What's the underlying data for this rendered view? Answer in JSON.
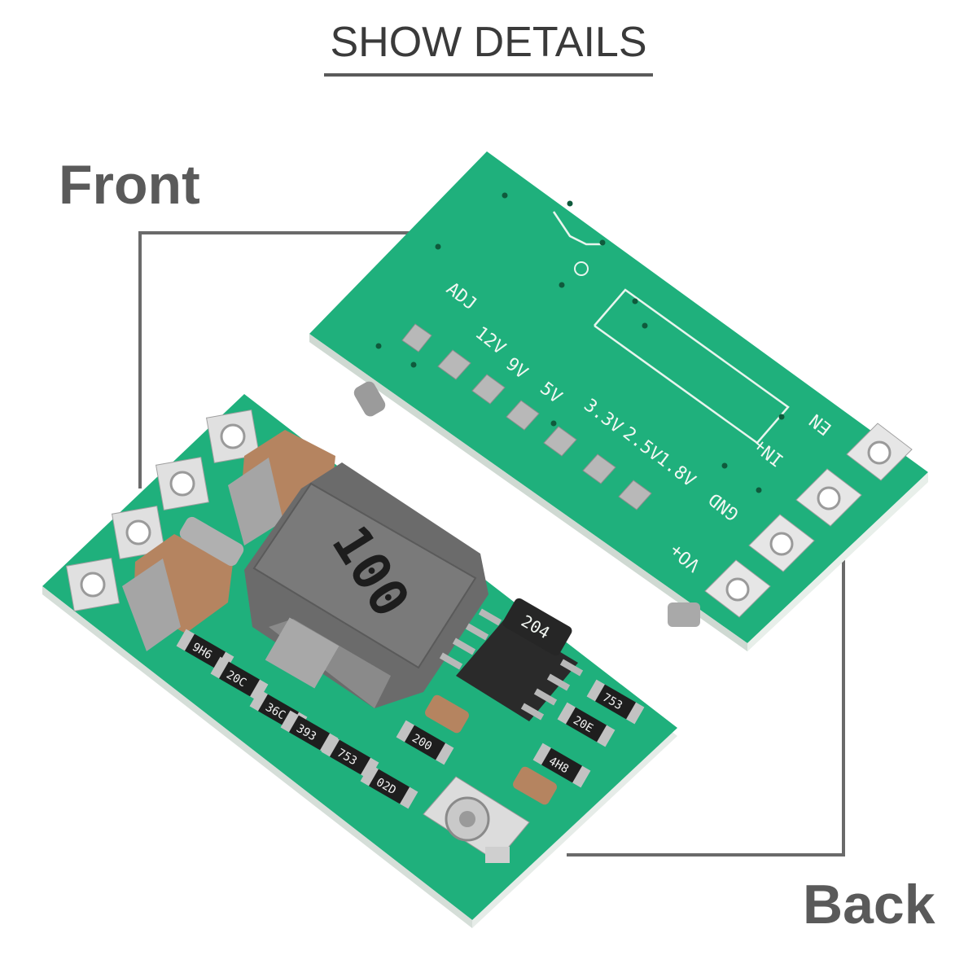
{
  "header": {
    "title": "SHOW DETAILS"
  },
  "labels": {
    "front": "Front",
    "back": "Back"
  },
  "back_board": {
    "pin_labels": [
      "ADJ",
      "12V",
      "9V",
      "5V",
      "3.3V",
      "2.5V",
      "1.8V"
    ],
    "io_labels": [
      "EN",
      "IN+",
      "GND",
      "VO+"
    ]
  },
  "front_board": {
    "inductor_marking": "100",
    "ic_marking": "204",
    "resistor_markings": [
      "9H6",
      "20C",
      "36C",
      "393",
      "753",
      "02D",
      "200",
      "753",
      "20E",
      "4H8"
    ]
  },
  "colors": {
    "pcb": "#1fb07c",
    "pcb_dark": "#14966a",
    "pad": "#b8b8b8",
    "inductor": "#6b6b6b",
    "capacitor": "#b58460",
    "line": "#6a6a6a"
  }
}
